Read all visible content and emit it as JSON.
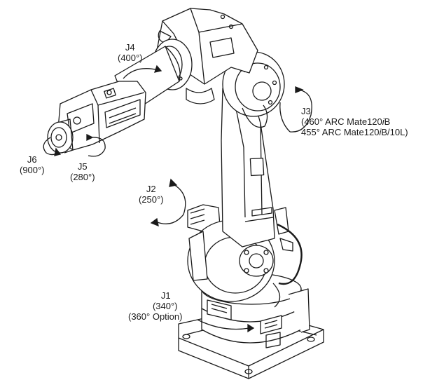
{
  "labels": {
    "j4": {
      "name": "J4",
      "range": "(400°)"
    },
    "j3": {
      "name": "J3",
      "line1": "(460° ARC Mate120",
      "line1_italic": "i",
      "line1_end": "B",
      "line2": "455° ARC Mate120",
      "line2_italic": "i",
      "line2_end": "B/10L)"
    },
    "j6": {
      "name": "J6",
      "range": "(900°)"
    },
    "j5": {
      "name": "J5",
      "range": "(280°)"
    },
    "j2": {
      "name": "J2",
      "range": "(250°)"
    },
    "j1": {
      "name": "J1",
      "range": "(340°)",
      "option": "(360° Option)"
    }
  },
  "colors": {
    "line": "#1a1a1a",
    "fill": "#ffffff",
    "shade": "#d9d9d9"
  }
}
